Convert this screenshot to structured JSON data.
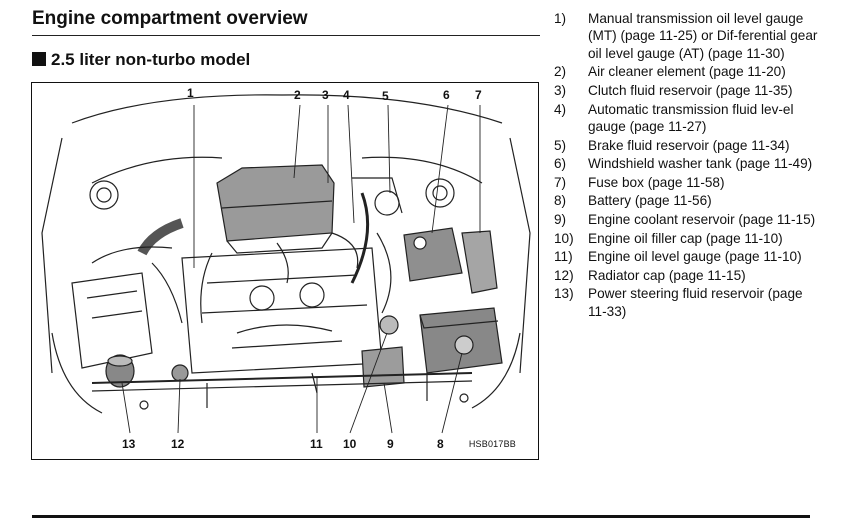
{
  "header": {
    "title": "Engine compartment overview",
    "subtitle": "2.5 liter non-turbo model"
  },
  "figure": {
    "code": "HSB017BB",
    "callouts_top": [
      "1",
      "2",
      "3",
      "4",
      "5",
      "6",
      "7"
    ],
    "callouts_bottom": [
      "13",
      "12",
      "11",
      "10",
      "9",
      "8"
    ]
  },
  "legend": [
    {
      "num": "1)",
      "text": "Manual transmission oil level gauge (MT) (page 11-25) or Dif-ferential gear oil level gauge (AT) (page 11-30)"
    },
    {
      "num": "2)",
      "text": "Air cleaner element (page 11-20)"
    },
    {
      "num": "3)",
      "text": "Clutch fluid reservoir (page 11-35)"
    },
    {
      "num": "4)",
      "text": "Automatic transmission fluid lev-el gauge (page 11-27)"
    },
    {
      "num": "5)",
      "text": "Brake fluid reservoir (page 11-34)"
    },
    {
      "num": "6)",
      "text": "Windshield washer tank (page 11-49)"
    },
    {
      "num": "7)",
      "text": "Fuse box (page 11-58)"
    },
    {
      "num": "8)",
      "text": "Battery (page 11-56)"
    },
    {
      "num": "9)",
      "text": "Engine coolant reservoir (page 11-15)"
    },
    {
      "num": "10)",
      "text": "Engine oil filler cap (page 11-10)"
    },
    {
      "num": "11)",
      "text": "Engine oil level gauge (page 11-10)"
    },
    {
      "num": "12)",
      "text": "Radiator cap (page 11-15)"
    },
    {
      "num": "13)",
      "text": "Power steering fluid reservoir (page 11-33)"
    }
  ]
}
